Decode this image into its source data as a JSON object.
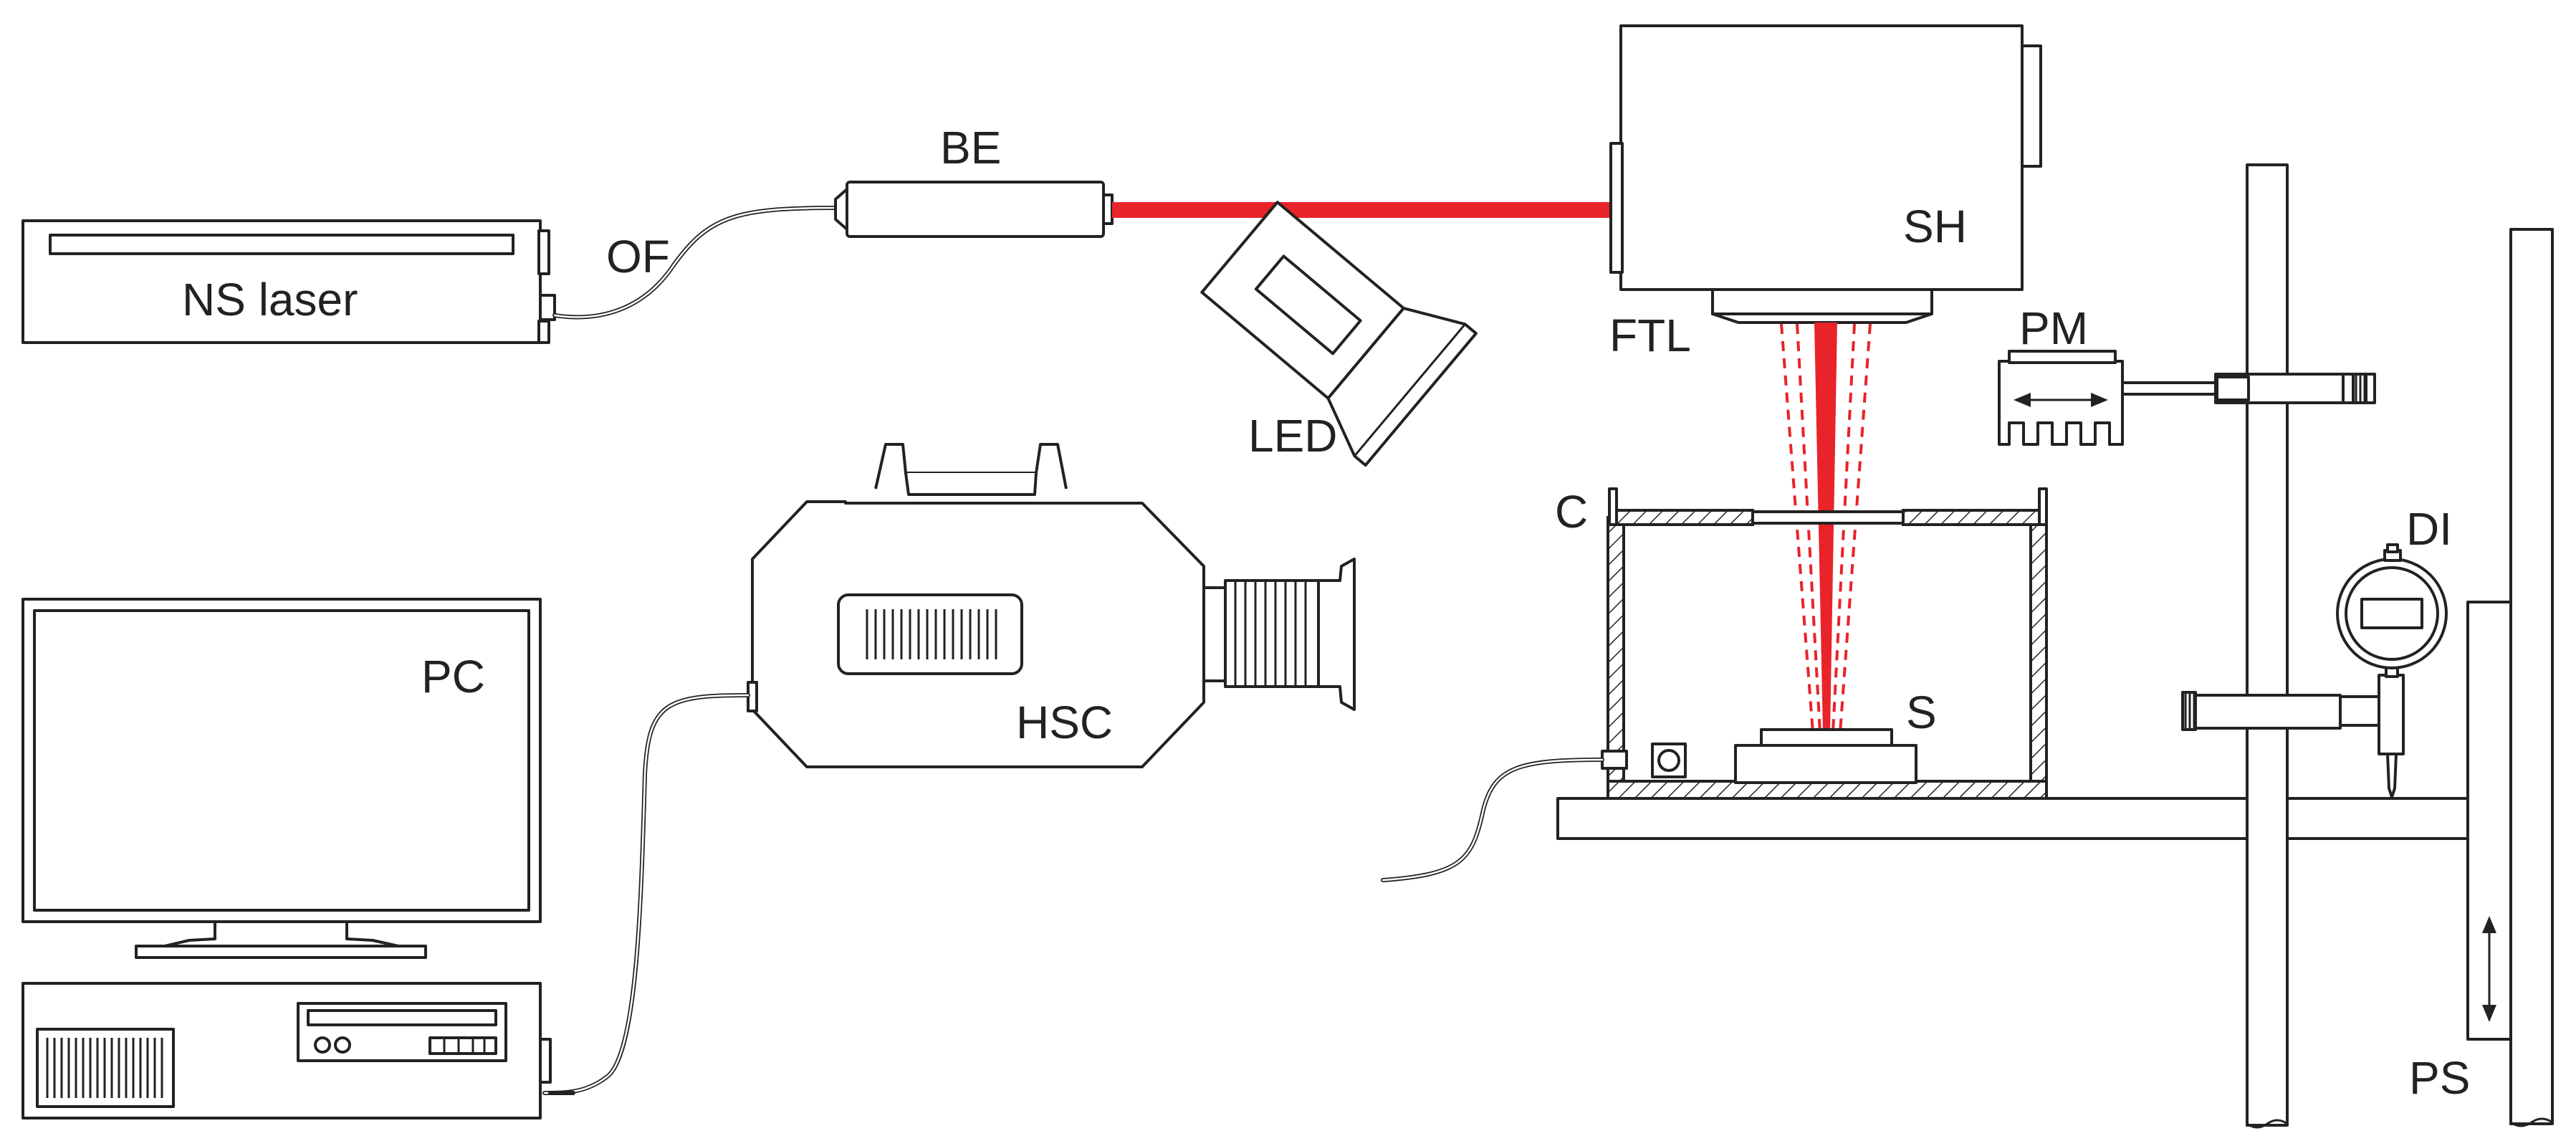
{
  "labels": {
    "ns_laser": "NS laser",
    "of": "OF",
    "be": "BE",
    "sh": "SH",
    "ftl": "FTL",
    "led": "LED",
    "pm": "PM",
    "c": "C",
    "di": "DI",
    "s": "S",
    "pc": "PC",
    "hsc": "HSC",
    "ps": "PS"
  },
  "colors": {
    "laser_beam": "#e8232a",
    "laser_dashed": "#e8232a",
    "outline": "#222222",
    "background": "#ffffff"
  }
}
